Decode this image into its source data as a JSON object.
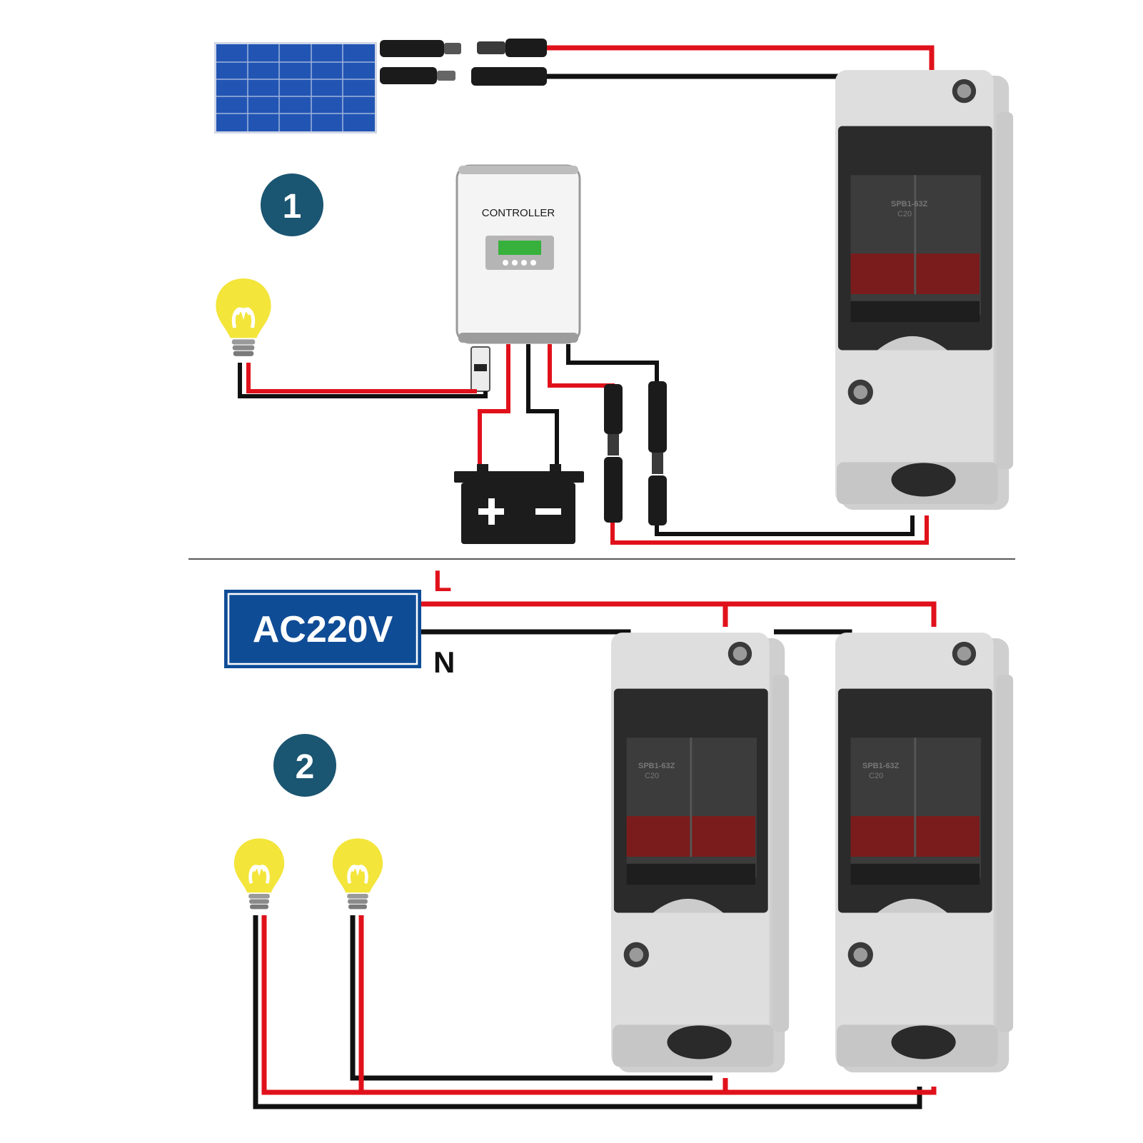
{
  "section1": {
    "badge": "1",
    "controller_label": "CONTROLLER",
    "breaker_model": "SPB1-63Z",
    "breaker_rating": "C20"
  },
  "section2": {
    "badge": "2",
    "source_label": "AC220V",
    "line_label": "L",
    "neutral_label": "N",
    "breaker_model": "SPB1-63Z",
    "breaker_rating": "C20"
  },
  "colors": {
    "wire_positive": "#e0111b",
    "wire_negative": "#111111",
    "badge_fill": "#1a5571",
    "ac_box_fill": "#0f4c96",
    "bulb": "#f3e53a",
    "solar_panel": "#2255b3",
    "enclosure": "#d9d9d9",
    "battery": "#1c1c1c"
  },
  "icons": [
    "solar-panel-icon",
    "mc4-connector-icon",
    "charge-controller-icon",
    "battery-icon",
    "light-bulb-icon",
    "breaker-enclosure-icon"
  ]
}
